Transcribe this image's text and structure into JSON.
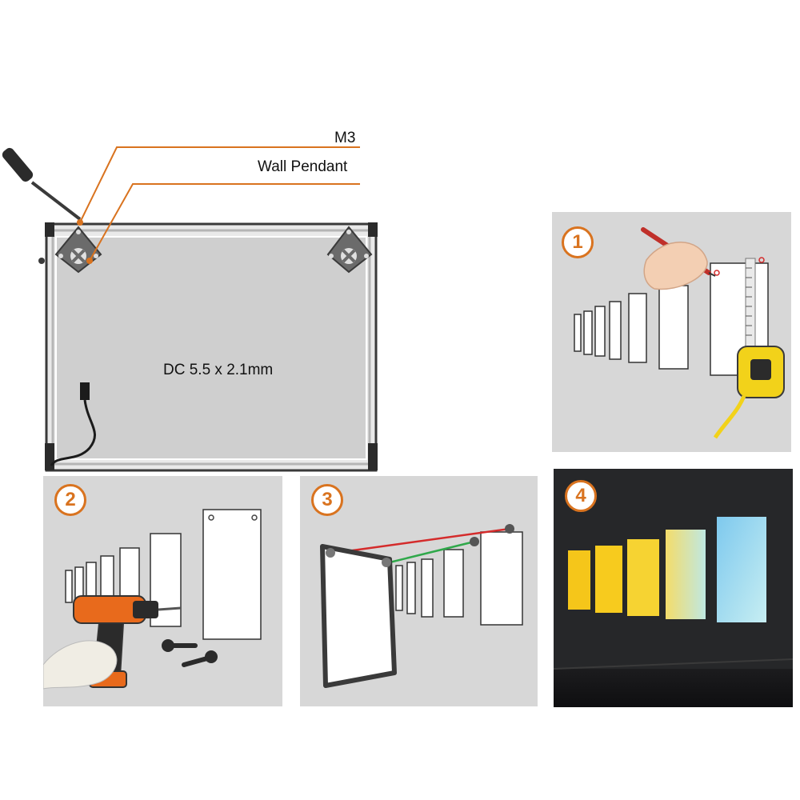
{
  "callouts": {
    "m3_label": "M3",
    "pendant_label": "Wall Pendant",
    "connector_label": "DC 5.5 x 2.1mm"
  },
  "steps": [
    {
      "number": "1"
    },
    {
      "number": "2"
    },
    {
      "number": "3"
    },
    {
      "number": "4"
    }
  ],
  "colors": {
    "accent": "#d9731f",
    "panel_bg": "#d7d7d7",
    "frame": "#3a3a3a",
    "dark_wall": "#222326",
    "tape_yellow": "#f2d21a",
    "drill_orange": "#e86a1c",
    "string_red": "#d42b2b",
    "string_green": "#2fa84a"
  },
  "icons": {
    "screwdriver": "screwdriver-icon",
    "bracket": "wall-pendant-bracket-icon",
    "drill": "drill-icon",
    "tape_measure": "tape-measure-icon",
    "screw": "screw-icon",
    "pencil": "pencil-icon"
  }
}
